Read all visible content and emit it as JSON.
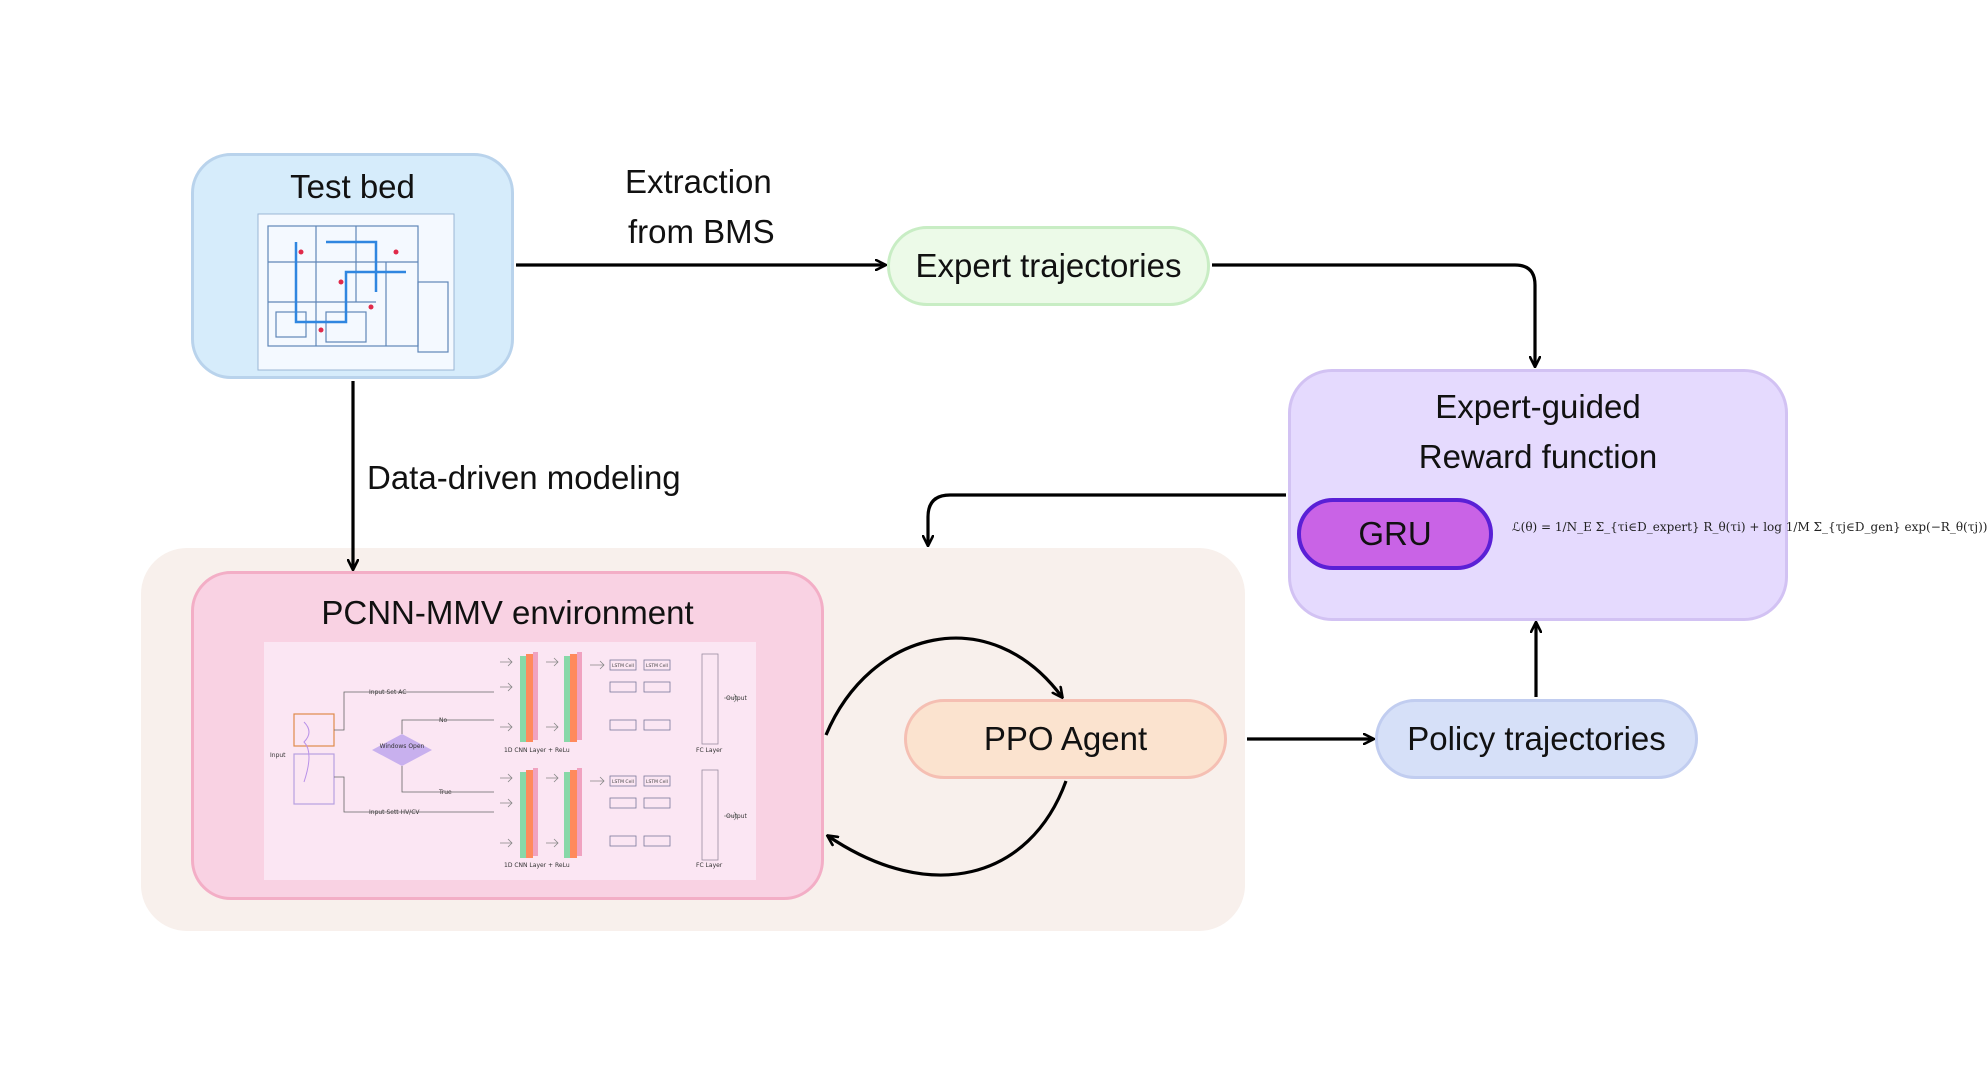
{
  "nodes": {
    "test_bed": {
      "label": "Test bed"
    },
    "expert_trajectories": {
      "label": "Expert trajectories"
    },
    "reward": {
      "line1": "Expert-guided",
      "line2": "Reward function",
      "gru": "GRU",
      "formula": "ℒ(θ) = 1/N_E Σ_{τi∈D_expert} R_θ(τi) + log 1/M Σ_{τj∈D_gen} exp(−R_θ(τj))"
    },
    "pcnn": {
      "label": "PCNN-MMV environment"
    },
    "ppo": {
      "label": "PPO Agent"
    },
    "policy_trajectories": {
      "label": "Policy trajectories"
    }
  },
  "edges": {
    "extraction": {
      "line1": "Extraction",
      "line2": "from BMS"
    },
    "modeling": {
      "label": "Data-driven modeling"
    }
  },
  "inset": {
    "input": "Input",
    "input_set_ac": "Input Set AC",
    "input_set_hvcv": "Input Sett HV/CV",
    "windows_open": "Windows Open",
    "no": "No",
    "true": "True",
    "cnn_layer": "1D CNN Layer + ReLu",
    "lstm_cell": "LSTM Cell",
    "fc_layer": "FC Layer",
    "output": "Output"
  },
  "colors": {
    "test_bed": "#d6ecfb",
    "expert": "#ecfae8",
    "reward": "#e5dafe",
    "pcnn": "#f9d2e3",
    "ppo": "#fbe3cf",
    "policy": "#d6e0f8",
    "gru": "#c963e6",
    "region": "#f8f0ec"
  }
}
